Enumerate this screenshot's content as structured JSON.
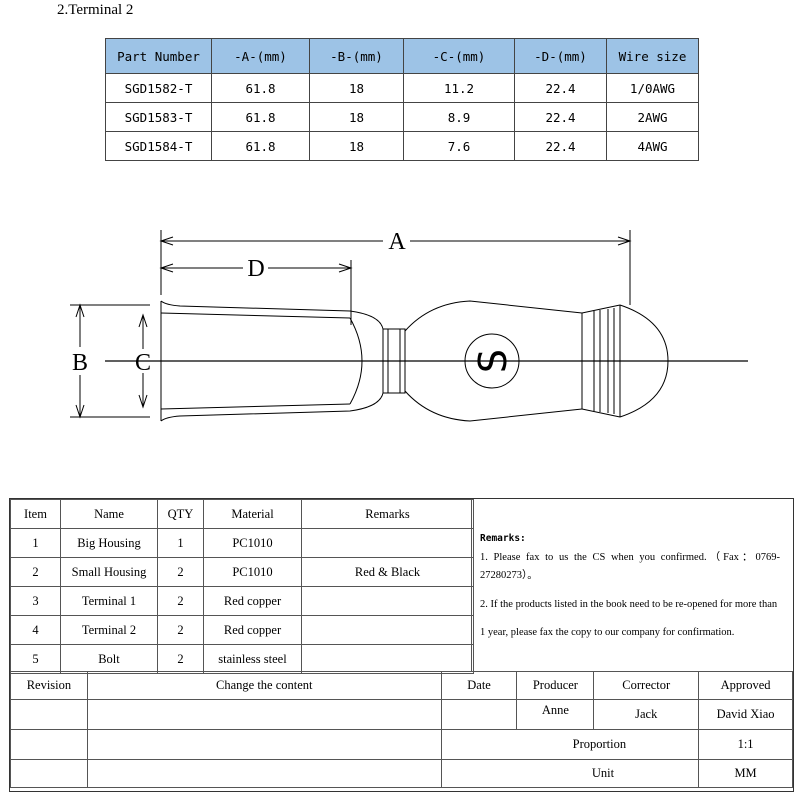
{
  "heading": "2.Terminal 2",
  "spec_table": {
    "headers": [
      "Part Number",
      "-A-(mm)",
      "-B-(mm)",
      "-C-(mm)",
      "-D-(mm)",
      "Wire size"
    ],
    "rows": [
      [
        "SGD1582-T",
        "61.8",
        "18",
        "11.2",
        "22.4",
        "1/0AWG"
      ],
      [
        "SGD1583-T",
        "61.8",
        "18",
        "8.9",
        "22.4",
        "2AWG"
      ],
      [
        "SGD1584-T",
        "61.8",
        "18",
        "7.6",
        "22.4",
        "4AWG"
      ]
    ],
    "header_color": "#9dc3e6"
  },
  "drawing": {
    "dim_a": "A",
    "dim_b": "B",
    "dim_c": "C",
    "dim_d": "D",
    "logo": "S"
  },
  "items_table": {
    "headers": [
      "Item",
      "Name",
      "QTY",
      "Material",
      "Remarks"
    ],
    "rows": [
      [
        "1",
        "Big Housing",
        "1",
        "PC1010",
        ""
      ],
      [
        "2",
        "Small Housing",
        "2",
        "PC1010",
        "Red & Black"
      ],
      [
        "3",
        "Terminal 1",
        "2",
        "Red copper",
        ""
      ],
      [
        "4",
        "Terminal 2",
        "2",
        "Red copper",
        ""
      ],
      [
        "5",
        "Bolt",
        "2",
        "stainless steel",
        ""
      ]
    ]
  },
  "remarks": {
    "title": "Remarks:",
    "line1": "1. Please fax to us the CS when you confirmed.（Fax：0769-27280273）。",
    "line2": "2. If the products listed in the book need to be re-opened for more than 1 year, please fax the copy to our company for confirmation."
  },
  "revision_block": {
    "revision": "Revision",
    "change": "Change the content",
    "date": "Date",
    "producer": "Producer",
    "corrector": "Corrector",
    "approved": "Approved",
    "producer_name": "Anne",
    "corrector_name": "Jack",
    "approved_name": "David Xiao",
    "proportion_label": "Proportion",
    "proportion_value": "1:1",
    "unit_label": "Unit",
    "unit_value": "MM"
  }
}
